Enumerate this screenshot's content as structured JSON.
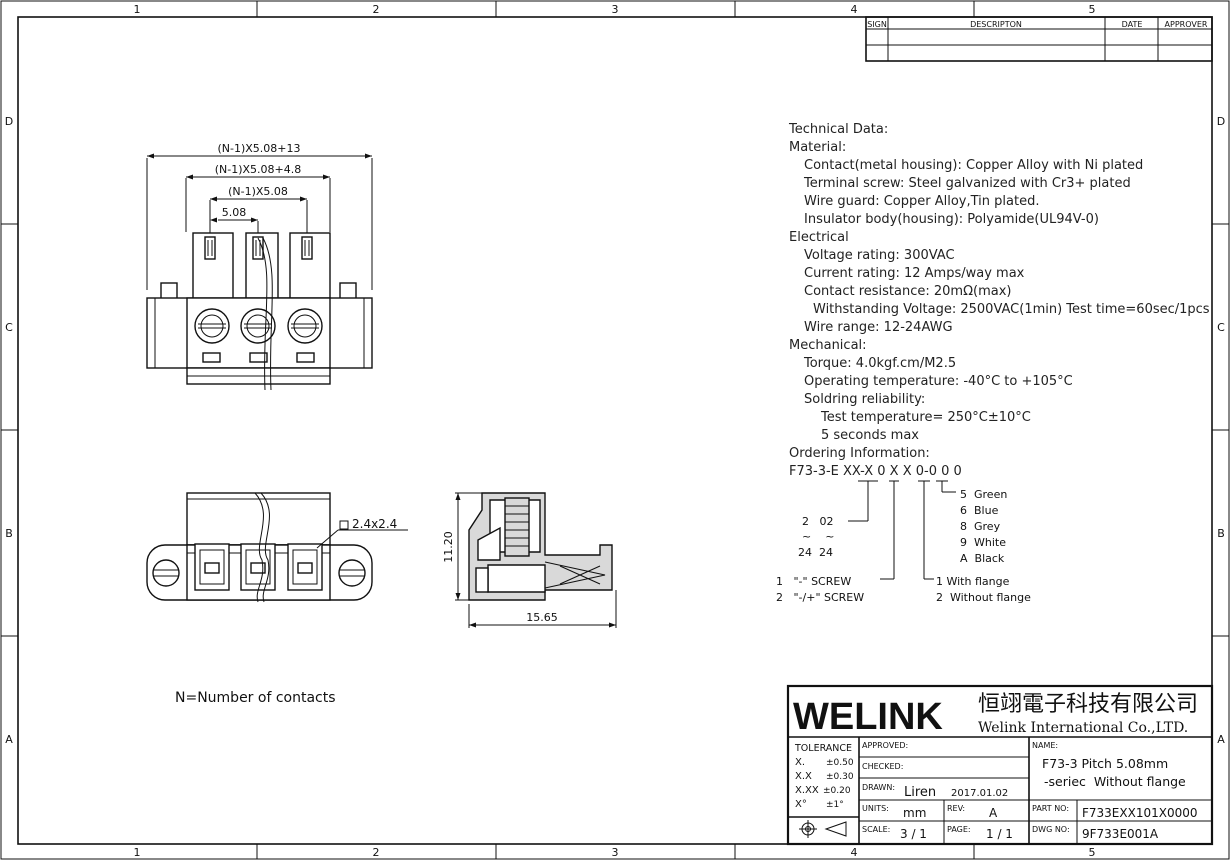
{
  "frame": {
    "columns": [
      "1",
      "2",
      "3",
      "4",
      "5"
    ],
    "rows": [
      "D",
      "C",
      "B",
      "A"
    ]
  },
  "revision_table": {
    "headers": {
      "sign": "SIGN",
      "description": "DESCRIPTON",
      "date": "DATE",
      "approver": "APPROVER"
    }
  },
  "front_view": {
    "dim_overall": "(N-1)X5.08+13",
    "dim_inner": "(N-1)X5.08+4.8",
    "dim_pitch_total": "(N-1)X5.08",
    "dim_pitch": "5.08"
  },
  "top_view": {
    "pin_size": "2.4x2.4"
  },
  "side_view": {
    "height": "11.20",
    "length": "15.65"
  },
  "note": "N=Number of contacts",
  "specs": [
    {
      "indent": 0,
      "text": "Technical Data:"
    },
    {
      "indent": 0,
      "text": "Material:"
    },
    {
      "indent": 1,
      "text": "Contact(metal housing): Copper Alloy with Ni plated"
    },
    {
      "indent": 1,
      "text": "Terminal screw: Steel galvanized with Cr3+ plated"
    },
    {
      "indent": 1,
      "text": "Wire guard: Copper Alloy,Tin plated."
    },
    {
      "indent": 1,
      "text": "Insulator body(housing): Polyamide(UL94V-0)"
    },
    {
      "indent": 0,
      "text": "Electrical"
    },
    {
      "indent": 1,
      "text": "Voltage rating: 300VAC"
    },
    {
      "indent": 1,
      "text": "Current rating: 12 Amps/way max"
    },
    {
      "indent": 1,
      "text": "Contact resistance: 20mΩ(max)"
    },
    {
      "indent": 2,
      "text": "Withstanding Voltage: 2500VAC(1min) Test time=60sec/1pcs"
    },
    {
      "indent": 1,
      "text": "Wire range: 12-24AWG"
    },
    {
      "indent": 0,
      "text": "Mechanical:"
    },
    {
      "indent": 1,
      "text": "Torque: 4.0kgf.cm/M2.5"
    },
    {
      "indent": 1,
      "text": "Operating temperature: -40°C to +105°C"
    },
    {
      "indent": 1,
      "text": "Soldring reliability:"
    },
    {
      "indent": 3,
      "text": "Test temperature= 250°C±10°C"
    },
    {
      "indent": 3,
      "text": "5 seconds max"
    },
    {
      "indent": 0,
      "text": "Ordering Information:"
    }
  ],
  "ordering": {
    "code": "F73-3-E XX-X 0 X X 0-0 0 0",
    "ways_from": "2   02",
    "ways_tilde": "~    ~",
    "ways_to": "24  24",
    "screw_options": [
      "1   \"-\" SCREW",
      "2   \"-/+\" SCREW"
    ],
    "colors": [
      "5  Green",
      "6  Blue",
      "8  Grey",
      "9  White",
      "A  Black"
    ],
    "flange": [
      "1 With flange",
      "2  Without flange"
    ]
  },
  "title_block": {
    "brand": "WELINK",
    "company_cn": "恒翊電子科技有限公司",
    "company_en": "Welink International Co.,LTD.",
    "tolerance_label": "TOLERANCE",
    "tolerances": [
      {
        "key": "X.",
        "value": "±0.50"
      },
      {
        "key": "X.X",
        "value": "±0.30"
      },
      {
        "key": "X.XX",
        "value": "±0.20"
      },
      {
        "key": "X°",
        "value": "±1°"
      }
    ],
    "approved_label": "APPROVED:",
    "checked_label": "CHECKED:",
    "drawn_label": "DRAWN:",
    "drawn_by": "Liren",
    "drawn_date": "2017.01.02",
    "units_label": "UNITS:",
    "units": "mm",
    "rev_label": "REV:",
    "rev": "A",
    "scale_label": "SCALE:",
    "scale": "3 / 1",
    "page_label": "PAGE:",
    "page": "1 / 1",
    "name_label": "NAME:",
    "name_line1": "F73-3 Pitch 5.08mm",
    "name_line2": "-seriec  Without flange",
    "part_no_label": "PART NO:",
    "part_no": "F733EXX101X0000",
    "dwg_no_label": "DWG NO:",
    "dwg_no": "9F733E001A"
  }
}
